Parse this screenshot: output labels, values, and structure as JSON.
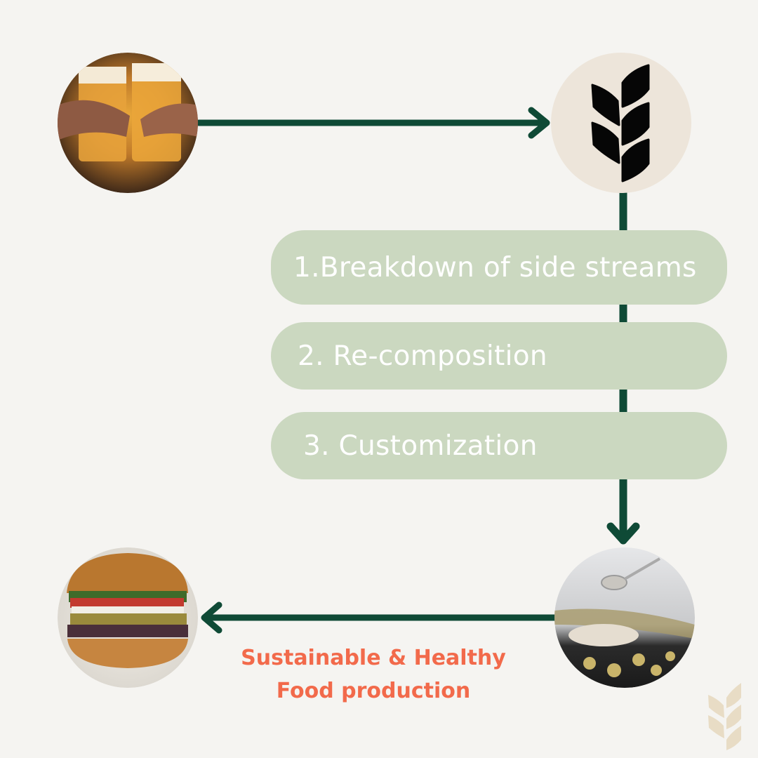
{
  "steps": [
    {
      "label": "1.Breakdown of side streams"
    },
    {
      "label": "2. Re-composition"
    },
    {
      "label": "3. Customization"
    }
  ],
  "caption": {
    "line1": "Sustainable & Healthy",
    "line2": "Food production"
  },
  "nodes": {
    "source": "beer-toast-photo",
    "process": "wheat-icon",
    "ingredient": "grain-flour-photo",
    "product": "veggie-burger-photo"
  },
  "colors": {
    "background": "#f5f4f1",
    "arrow": "#0f4a36",
    "pill": "#cbd8c0",
    "accent": "#f26a4b",
    "icon_circle": "#ede5da"
  }
}
